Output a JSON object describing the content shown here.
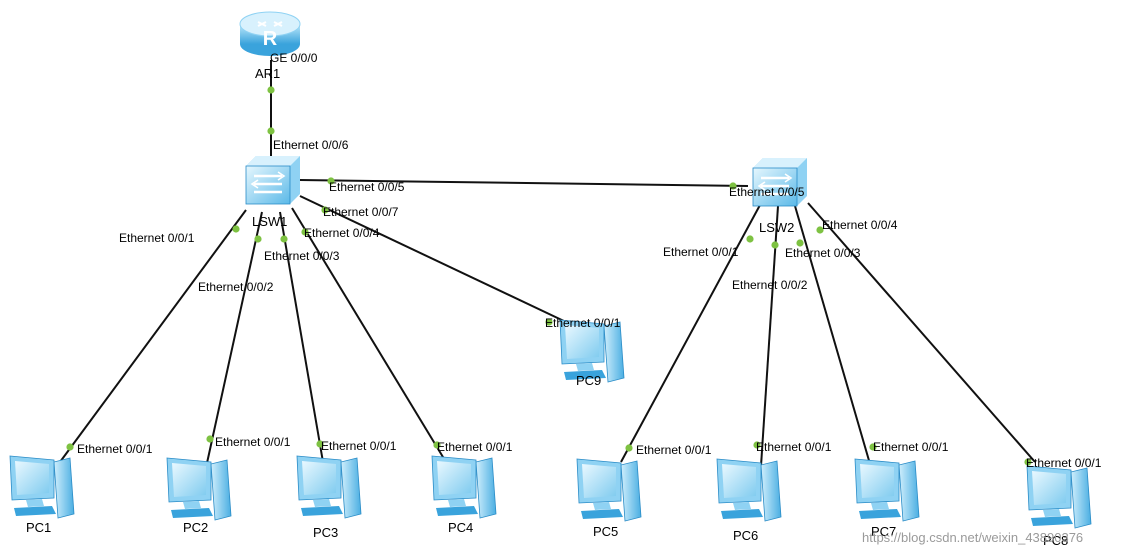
{
  "colors": {
    "link": "#111111",
    "port_dot": "#7ec242",
    "device_light": "#d8f1fd",
    "device_mid": "#8fd2f3",
    "device_dark": "#3aa3dc",
    "device_edge": "#2a8cc7",
    "watermark": "#9a9a9a"
  },
  "devices": {
    "ar1": {
      "label": "AR1",
      "type": "router"
    },
    "lsw1": {
      "label": "LSW1",
      "type": "switch"
    },
    "lsw2": {
      "label": "LSW2",
      "type": "switch"
    },
    "pc1": {
      "label": "PC1",
      "type": "pc"
    },
    "pc2": {
      "label": "PC2",
      "type": "pc"
    },
    "pc3": {
      "label": "PC3",
      "type": "pc"
    },
    "pc4": {
      "label": "PC4",
      "type": "pc"
    },
    "pc5": {
      "label": "PC5",
      "type": "pc"
    },
    "pc6": {
      "label": "PC6",
      "type": "pc"
    },
    "pc7": {
      "label": "PC7",
      "type": "pc"
    },
    "pc8": {
      "label": "PC8",
      "type": "pc"
    },
    "pc9": {
      "label": "PC9",
      "type": "pc"
    }
  },
  "links": [
    {
      "from": "ar1",
      "from_port": "GE 0/0/0",
      "to": "lsw1",
      "to_port": "Ethernet 0/0/6"
    },
    {
      "from": "lsw1",
      "from_port": "Ethernet 0/0/5",
      "to": "lsw2",
      "to_port": "Ethernet 0/0/5"
    },
    {
      "from": "lsw1",
      "from_port": "Ethernet 0/0/1",
      "to": "pc1",
      "to_port": "Ethernet 0/0/1"
    },
    {
      "from": "lsw1",
      "from_port": "Ethernet 0/0/2",
      "to": "pc2",
      "to_port": "Ethernet 0/0/1"
    },
    {
      "from": "lsw1",
      "from_port": "Ethernet 0/0/3",
      "to": "pc3",
      "to_port": "Ethernet 0/0/1"
    },
    {
      "from": "lsw1",
      "from_port": "Ethernet 0/0/4",
      "to": "pc4",
      "to_port": "Ethernet 0/0/1"
    },
    {
      "from": "lsw1",
      "from_port": "Ethernet 0/0/7",
      "to": "pc9",
      "to_port": "Ethernet 0/0/1"
    },
    {
      "from": "lsw2",
      "from_port": "Ethernet 0/0/1",
      "to": "pc5",
      "to_port": "Ethernet 0/0/1"
    },
    {
      "from": "lsw2",
      "from_port": "Ethernet 0/0/2",
      "to": "pc6",
      "to_port": "Ethernet 0/0/1"
    },
    {
      "from": "lsw2",
      "from_port": "Ethernet 0/0/3",
      "to": "pc7",
      "to_port": "Ethernet 0/0/1"
    },
    {
      "from": "lsw2",
      "from_port": "Ethernet 0/0/4",
      "to": "pc8",
      "to_port": "Ethernet 0/0/1"
    }
  ],
  "watermark": "https://blog.csdn.net/weixin_43890376"
}
